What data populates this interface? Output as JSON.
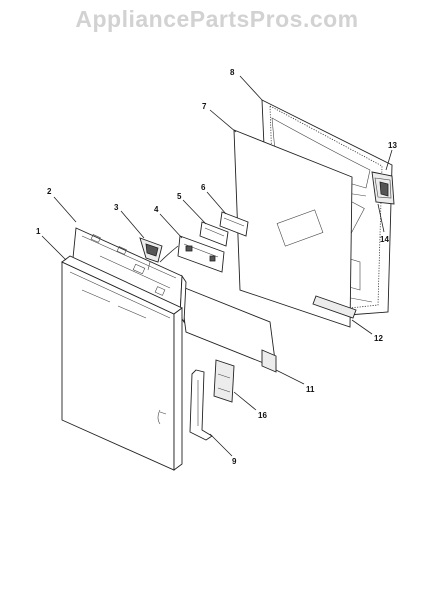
{
  "watermark": "AppliancePartsPros.com",
  "callouts": {
    "c1": "1",
    "c2": "2",
    "c3": "3",
    "c4": "4",
    "c5": "5",
    "c6": "6",
    "c7": "7",
    "c8": "8",
    "c9": "9",
    "c11": "11",
    "c12": "12",
    "c13": "13",
    "c14": "14",
    "c16": "16"
  },
  "colors": {
    "line": "#222222",
    "watermark": "#d2d2d2"
  }
}
